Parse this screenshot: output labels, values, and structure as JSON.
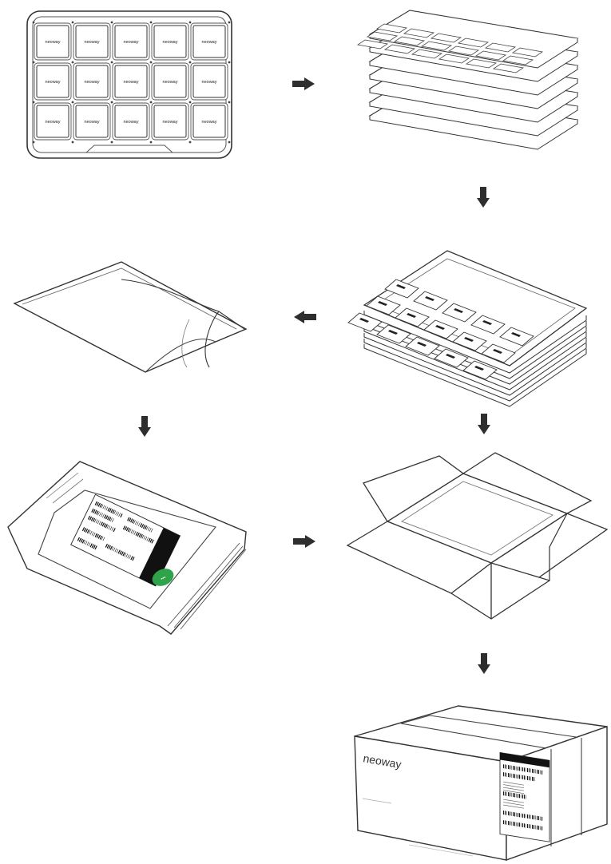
{
  "brand": "neoway",
  "colors": {
    "line": "#2b2b2b",
    "arrow": "#2e2e2e",
    "seal": "#2fa34a",
    "ink": "#111111"
  },
  "tray": {
    "logo_text": "neoway"
  },
  "box": {
    "logo_text": "neoway"
  }
}
